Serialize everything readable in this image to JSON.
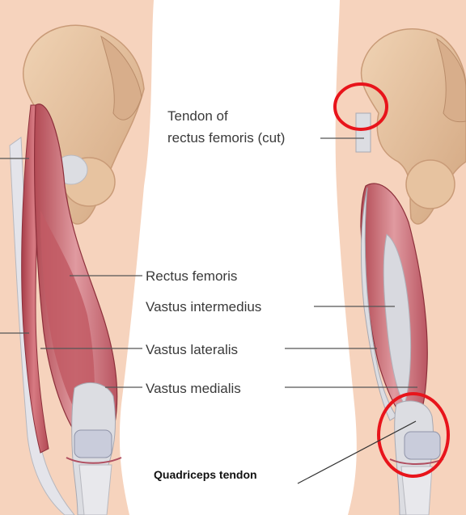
{
  "labels": {
    "tendon_line1": "Tendon of",
    "tendon_line2": "rectus femoris (cut)",
    "rectus_femoris": "Rectus femoris",
    "vastus_intermedius": "Vastus intermedius",
    "vastus_lateralis": "Vastus lateralis",
    "vastus_medialis": "Vastus medialis",
    "quadriceps_tendon": "Quadriceps tendon"
  },
  "colors": {
    "skin": "#f6d3bd",
    "bone": "#e9c6a2",
    "bone_shadow": "#c99b78",
    "muscle": "#c75b64",
    "muscle_dark": "#a63d48",
    "tendon": "#dcdde2",
    "highlight_circle": "#e8141b",
    "leader_line": "#555555"
  }
}
